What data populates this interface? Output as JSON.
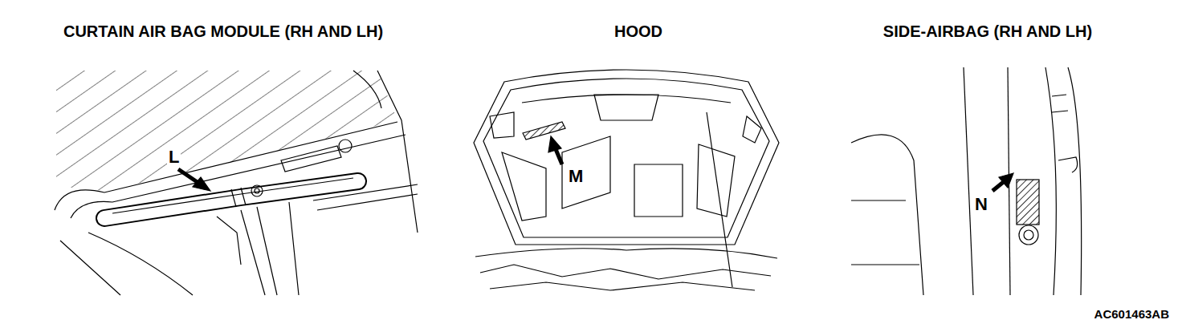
{
  "diagram": {
    "labels": [
      "CURTAIN AIR BAG MODULE (RH AND LH)",
      "HOOD",
      "SIDE-AIRBAG (RH AND LH)",
      "L",
      "M",
      "N",
      "AC601463AB"
    ]
  }
}
